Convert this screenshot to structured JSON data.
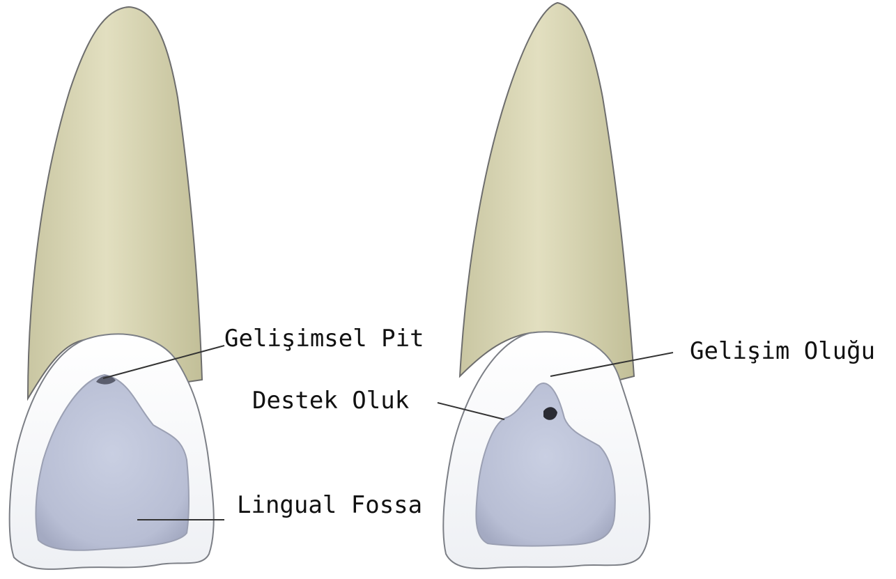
{
  "labels": {
    "left_pit": "Gelişimsel Pit",
    "left_fossa": "Lingual Fossa",
    "right_support_groove": "Destek Oluk",
    "right_developmental_groove": "Gelişim Oluğu"
  },
  "colors": {
    "root": "#d9d6b4",
    "root_shade": "#c6c39c",
    "enamel": "#f4f6f9",
    "enamel_edge": "#a9acb2",
    "fossa": "#c4cadd",
    "fossa_shade": "#aeb4cb",
    "outline": "#6d6d6d",
    "leader": "#333333",
    "pit": "#2a2b33"
  }
}
